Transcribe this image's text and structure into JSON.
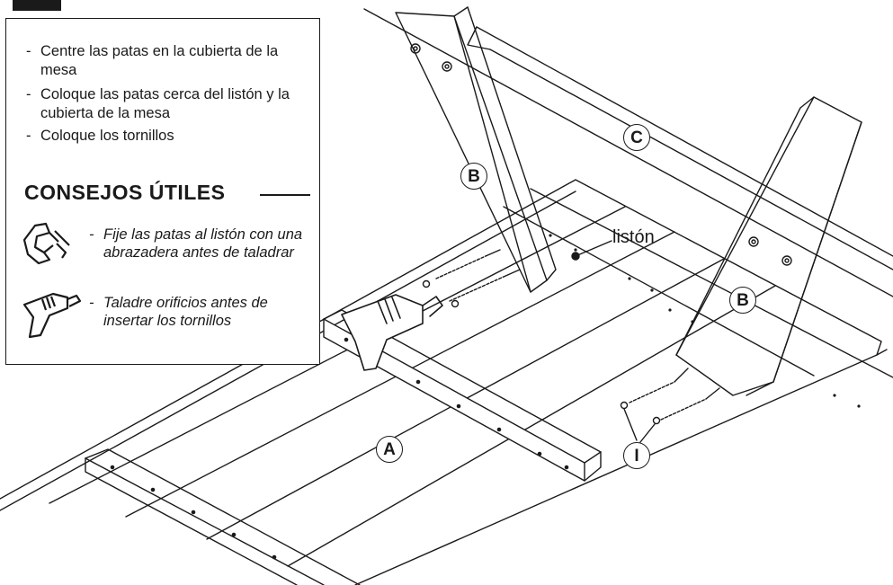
{
  "instructions": [
    {
      "dash": "-",
      "text": "Centre las patas en la cubierta de la mesa"
    },
    {
      "dash": "-",
      "text": "Coloque las patas cerca del listón y la cubierta de la mesa"
    },
    {
      "dash": "-",
      "text": "Coloque los tornillos"
    }
  ],
  "tips": {
    "heading": "CONSEJOS ÚTILES",
    "items": [
      {
        "dash": "-",
        "text": "Fije las patas al listón con una abrazadera antes de taladrar",
        "icon": "clamp-icon"
      },
      {
        "dash": "-",
        "text": "Taladre orificios antes de insertar los tornillos",
        "icon": "drill-icon"
      }
    ]
  },
  "labels": {
    "table_top": "A",
    "leg": "B",
    "apron": "C",
    "screws": "I",
    "cleat": "listón"
  }
}
